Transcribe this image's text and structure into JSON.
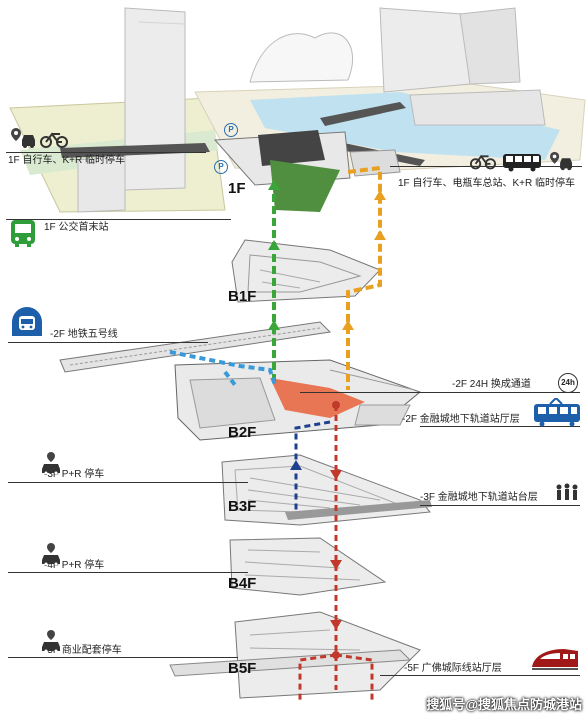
{
  "levels": {
    "l1": "1F",
    "b1": "B1F",
    "b2": "B2F",
    "b3": "B3F",
    "b4": "B4F",
    "b5": "B5F"
  },
  "labels": {
    "left_1f_bike": "1F 自行车、K+R 临时停车",
    "left_1f_bus": "1F 公交首末站",
    "right_1f": "1F 自行车、电瓶车总站、K+R 临时停车",
    "metro": "-2F 地铁五号线",
    "passage": "-2F 24H 换成通道",
    "hall_2f": "-2F 金融城地下轨道站厅层",
    "pr_3f": "-3F P+R 停车",
    "platform_3f": "-3F 金融城地下轨道站台层",
    "pr_4f": "-4F P+R 停车",
    "commercial_5f": "-5F 商业配套停车",
    "intercity_5f": "-5F 广佛城际线站厅层"
  },
  "badges": {
    "h24": "24h",
    "parking": "P"
  },
  "watermark": "搜狐号@搜狐焦点防城港站",
  "colors": {
    "green": "#3aa63a",
    "orange": "#e8a020",
    "blue": "#3a9ad9",
    "navy": "#1f3f8f",
    "red": "#c0392b",
    "coral": "#e8613a",
    "bus": "#2e9d3a",
    "tram": "#1d5fa8",
    "train": "#a01818"
  },
  "icons": [
    "parking-pin-icon",
    "car-icon",
    "bicycle-icon",
    "bus-icon",
    "metro-icon",
    "clock-24h-icon",
    "tram-icon",
    "crowd-icon",
    "train-icon"
  ]
}
